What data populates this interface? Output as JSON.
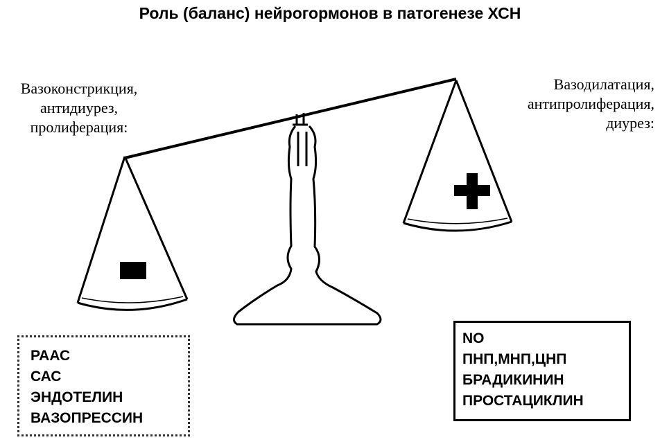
{
  "title": "Роль (баланс) нейрогормонов в патогенезе ХСН",
  "left_caption": [
    "Вазоконстрикция,",
    "антидиурез,",
    "пролиферация:"
  ],
  "right_caption": [
    "Вазодилатация,",
    "антипролиферация,",
    "диурез:"
  ],
  "left_pan_sign": "minus",
  "right_pan_sign": "plus",
  "left_list": [
    "РААС",
    "САС",
    "ЭНДОТЕЛИН",
    "ВАЗОПРЕССИН"
  ],
  "right_list": [
    "NO",
    "ПНП,МНП,ЦНП",
    "БРАДИКИНИН",
    "ПРОСТАЦИКЛИН"
  ]
}
